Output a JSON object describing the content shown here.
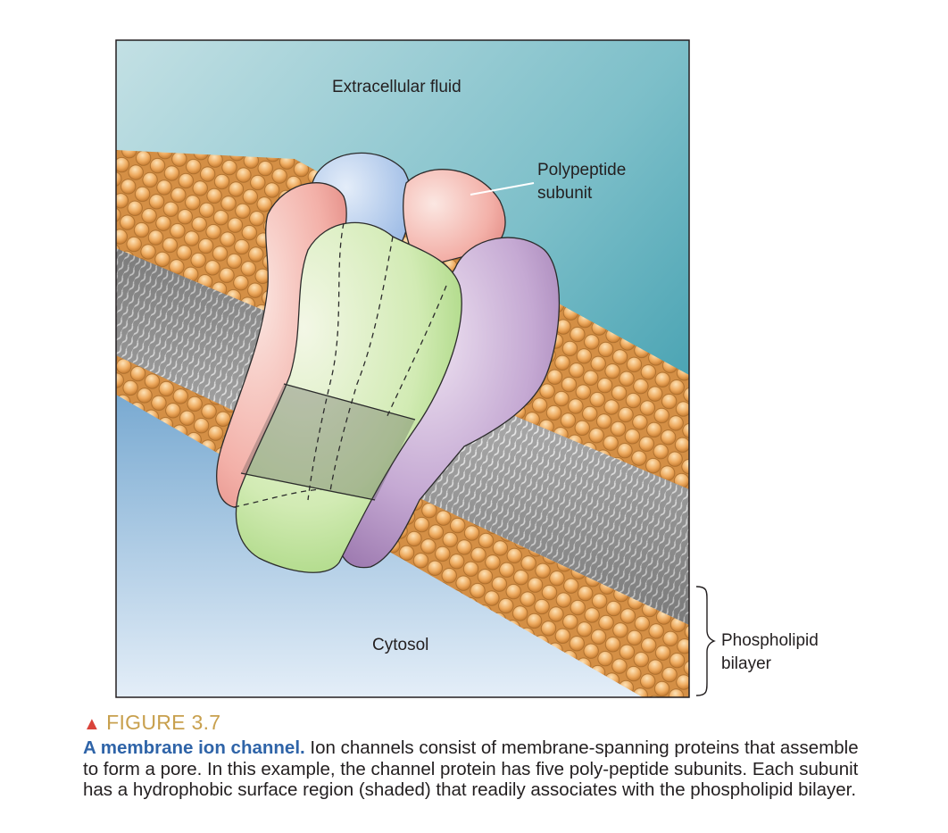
{
  "labels": {
    "extracellular": "Extracellular fluid",
    "polypeptide_line1": "Polypeptide",
    "polypeptide_line2": "subunit",
    "cytosol": "Cytosol",
    "bilayer_line1": "Phospholipid",
    "bilayer_line2": "bilayer"
  },
  "caption": {
    "marker": "▲",
    "figure_number": "FIGURE 3.7",
    "title": "A membrane ion channel.",
    "text": " Ion channels consist of membrane-spanning proteins that assemble to form a pore. In this example, the channel protein has five poly-peptide subunits. Each subunit has a hydrophobic surface region (shaded) that readily associates with the phospholipid bilayer."
  },
  "colors": {
    "phospholipid_head": "#e8a65c",
    "subunit_pink": "#f3b3ad",
    "subunit_blue": "#a9c4ea",
    "subunit_green": "#c9e6a8",
    "subunit_purple": "#b99ac8",
    "caption_figure": "#c8a04e",
    "caption_title": "#2f64a8"
  }
}
